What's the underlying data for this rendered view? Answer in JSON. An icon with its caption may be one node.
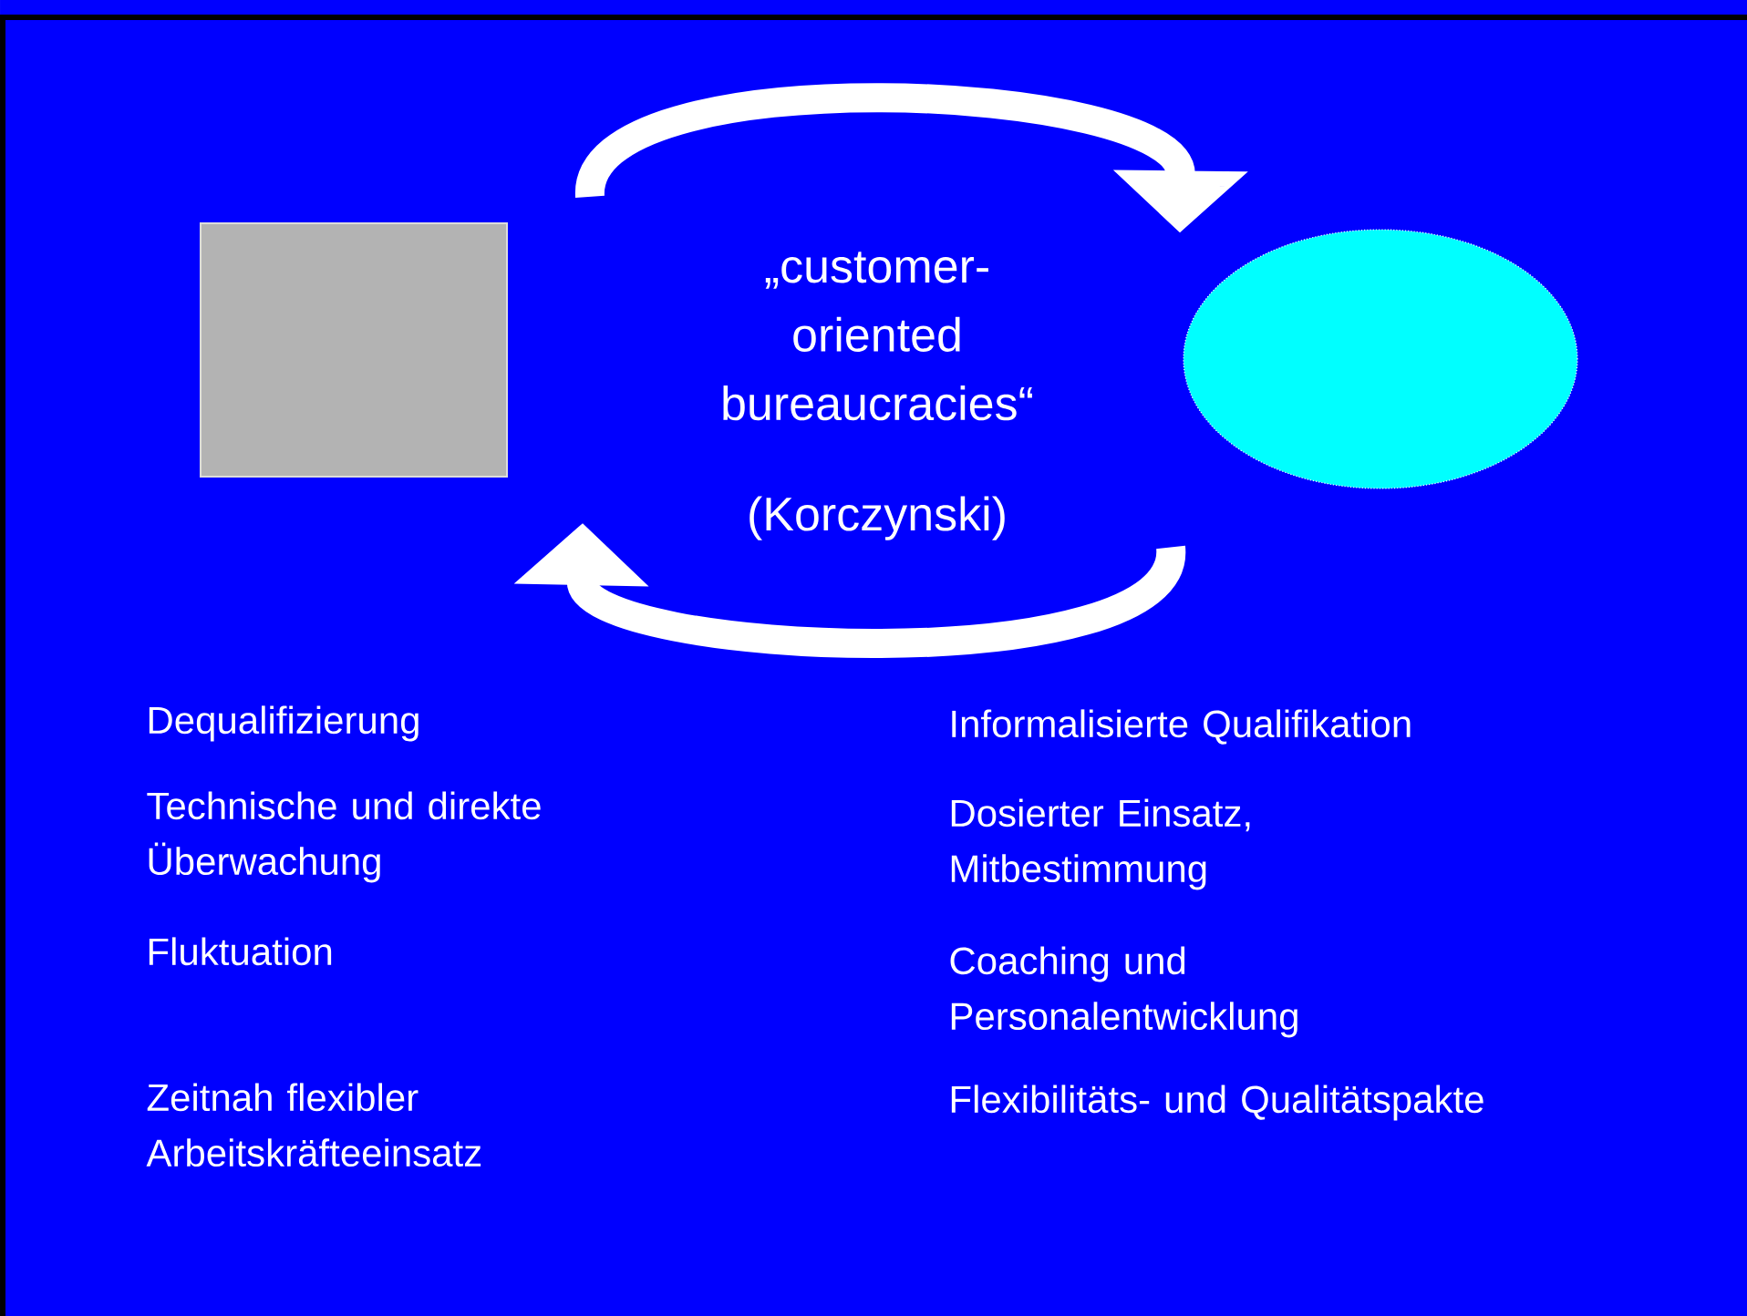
{
  "diagram": {
    "nodes": [
      {
        "text": [],
        "shape": "box"
      },
      {
        "text": [],
        "shape": "circle"
      }
    ],
    "edges": [
      {
        "from": 0,
        "to": 1,
        "arrow": "to"
      },
      {
        "from": 1,
        "to": 0,
        "arrow": "to"
      }
    ],
    "labels": [
      "„customer- oriented bureaucracies“",
      "(Korczynski)",
      "Dequalifizierung",
      "Technische und direkte Überwachung",
      "Fluktuation",
      "Zeitnah flexibler Arbeitskräfteeinsatz",
      "Informalisierte Qualifikation",
      "Dosierter Einsatz, Mitbestimmung",
      "Coaching und Personalentwicklung",
      "Flexibilitäts- und Qualitätspakte"
    ]
  }
}
